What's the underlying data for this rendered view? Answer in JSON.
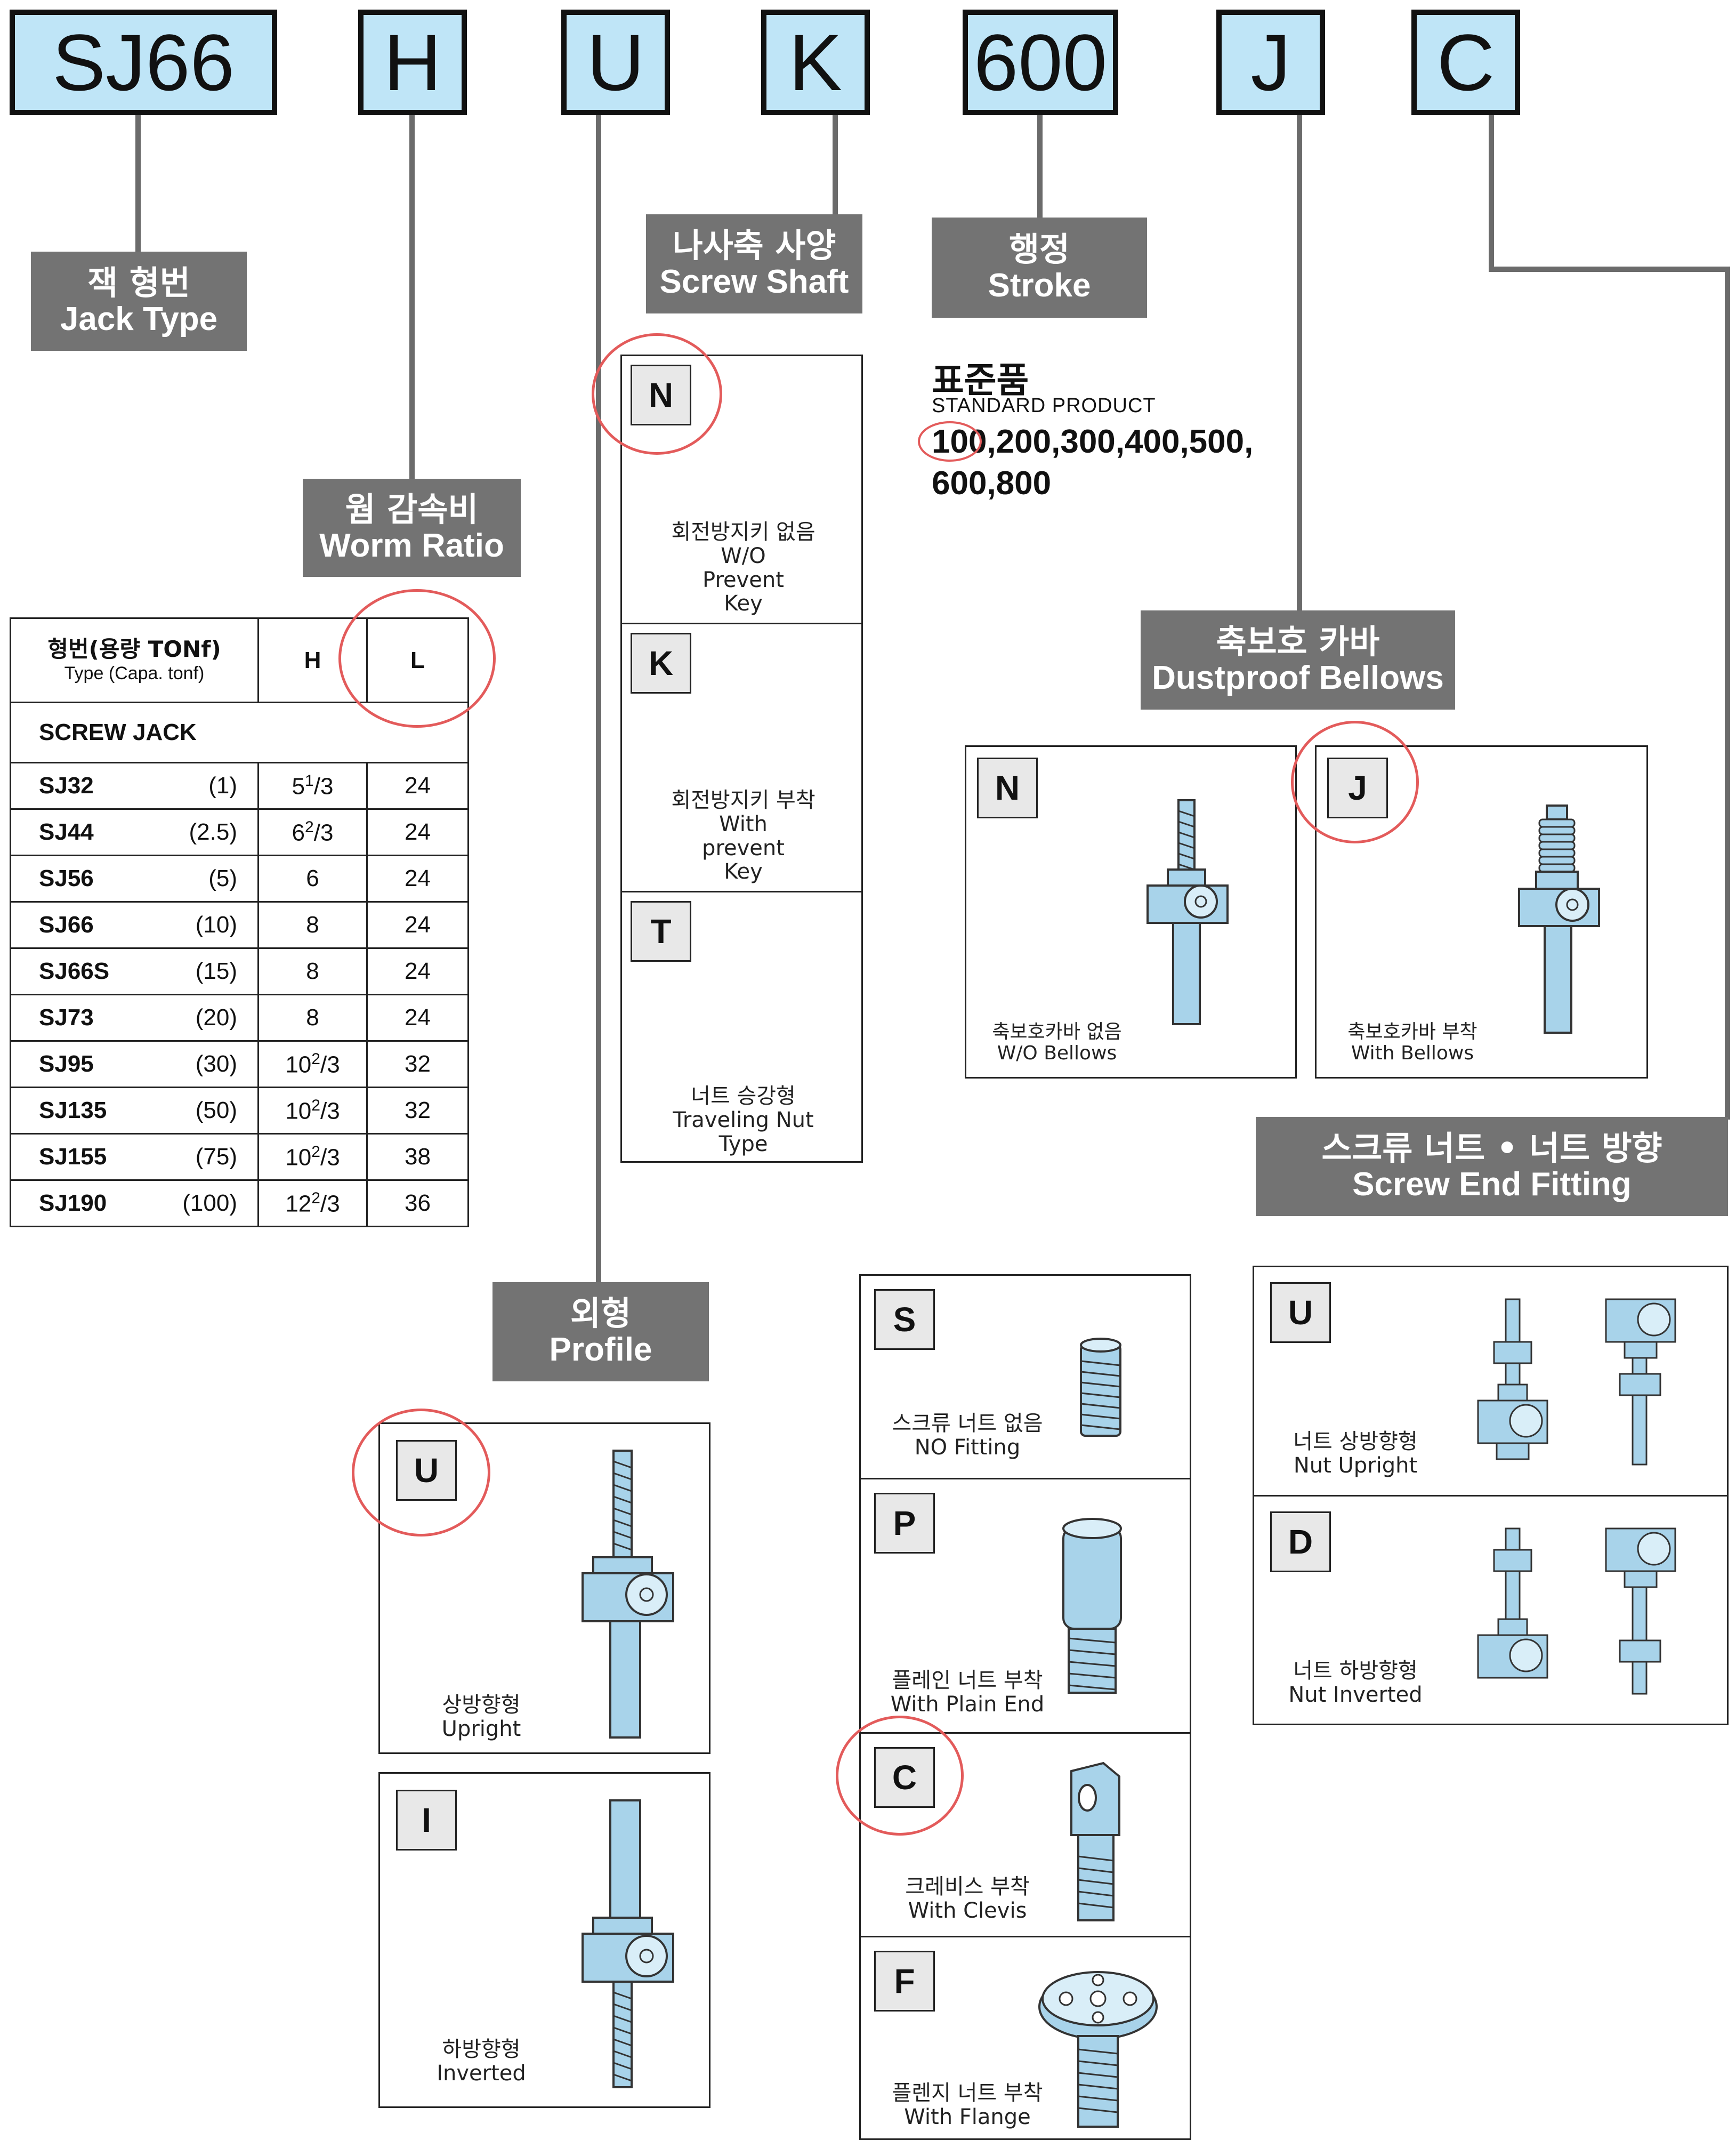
{
  "codes": [
    {
      "value": "SJ66"
    },
    {
      "value": "H"
    },
    {
      "value": "U"
    },
    {
      "value": "K"
    },
    {
      "value": "600"
    },
    {
      "value": "J"
    },
    {
      "value": "C"
    }
  ],
  "sections": {
    "jack_type": {
      "ko": "잭 형번",
      "en": "Jack Type"
    },
    "worm_ratio": {
      "ko": "웜 감속비",
      "en": "Worm Ratio"
    },
    "screw_shaft": {
      "ko": "나사축 사양",
      "en": "Screw Shaft"
    },
    "stroke": {
      "ko": "행정",
      "en": "Stroke"
    },
    "bellows": {
      "ko": "축보호 카바",
      "en": "Dustproof Bellows"
    },
    "fitting": {
      "ko": "스크류 너트 • 너트 방향",
      "en": "Screw End Fitting"
    },
    "profile": {
      "ko": "외형",
      "en": "Profile"
    }
  },
  "ratio_table": {
    "header_ko": "형번(용량 TONf)",
    "header_en": "Type (Capa. tonf)",
    "col_h": "H",
    "col_l": "L",
    "group": "SCREW JACK",
    "rows": [
      {
        "model": "SJ32",
        "cap": "(1)",
        "h_whole": "5",
        "h_num": "1",
        "h_den": "3",
        "l": "24"
      },
      {
        "model": "SJ44",
        "cap": "(2.5)",
        "h_whole": "6",
        "h_num": "2",
        "h_den": "3",
        "l": "24"
      },
      {
        "model": "SJ56",
        "cap": "(5)",
        "h_whole": "6",
        "h_num": "",
        "h_den": "",
        "l": "24"
      },
      {
        "model": "SJ66",
        "cap": "(10)",
        "h_whole": "8",
        "h_num": "",
        "h_den": "",
        "l": "24"
      },
      {
        "model": "SJ66S",
        "cap": "(15)",
        "h_whole": "8",
        "h_num": "",
        "h_den": "",
        "l": "24"
      },
      {
        "model": "SJ73",
        "cap": "(20)",
        "h_whole": "8",
        "h_num": "",
        "h_den": "",
        "l": "24"
      },
      {
        "model": "SJ95",
        "cap": "(30)",
        "h_whole": "10",
        "h_num": "2",
        "h_den": "3",
        "l": "32"
      },
      {
        "model": "SJ135",
        "cap": "(50)",
        "h_whole": "10",
        "h_num": "2",
        "h_den": "3",
        "l": "32"
      },
      {
        "model": "SJ155",
        "cap": "(75)",
        "h_whole": "10",
        "h_num": "2",
        "h_den": "3",
        "l": "38"
      },
      {
        "model": "SJ190",
        "cap": "(100)",
        "h_whole": "12",
        "h_num": "2",
        "h_den": "3",
        "l": "36"
      }
    ]
  },
  "shaft_options": [
    {
      "key": "N",
      "ko": "회전방지키 없음",
      "en1": "W/O",
      "en2": "Prevent",
      "en3": "Key"
    },
    {
      "key": "K",
      "ko": "회전방지키 부착",
      "en1": "With",
      "en2": "prevent",
      "en3": "Key"
    },
    {
      "key": "T",
      "ko": "너트 승강형",
      "en1": "Traveling Nut",
      "en2": "Type",
      "en3": ""
    }
  ],
  "stroke": {
    "std_ko": "표준품",
    "std_en": "STANDARD PRODUCT",
    "values": "100,200,300,400,500,",
    "values2": "600,800"
  },
  "bellows_options": [
    {
      "key": "N",
      "ko": "축보호카바 없음",
      "en": "W/O Bellows"
    },
    {
      "key": "J",
      "ko": "축보호카바 부착",
      "en": "With Bellows"
    }
  ],
  "profile_options": [
    {
      "key": "U",
      "ko": "상방향형",
      "en": "Upright"
    },
    {
      "key": "I",
      "ko": "하방향형",
      "en": "Inverted"
    }
  ],
  "fitting_options": [
    {
      "key": "S",
      "ko": "스크류 너트 없음",
      "en": "NO Fitting"
    },
    {
      "key": "P",
      "ko": "플레인 너트 부착",
      "en": "With Plain End"
    },
    {
      "key": "C",
      "ko": "크레비스 부착",
      "en": "With Clevis"
    },
    {
      "key": "F",
      "ko": "플렌지 너트 부착",
      "en": "With Flange"
    }
  ],
  "nut_options": [
    {
      "key": "U",
      "ko": "너트 상방향형",
      "en": "Nut Upright"
    },
    {
      "key": "D",
      "ko": "너트 하방향형",
      "en": "Nut Inverted"
    }
  ],
  "colors": {
    "code_bg": "#bfe5f7",
    "label_bg": "#737373",
    "highlight": "#e35b5b",
    "part": "#a8d3ea"
  }
}
